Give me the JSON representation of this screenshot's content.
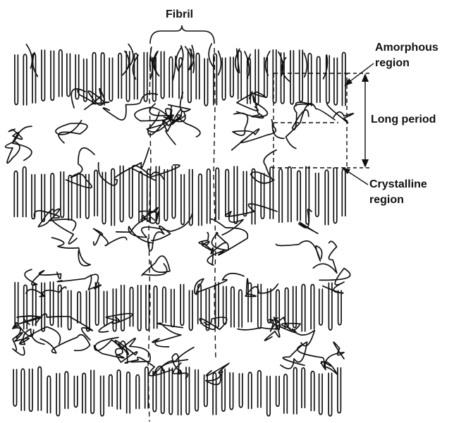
{
  "diagram": {
    "labels": {
      "fibril": "Fibril",
      "amorphous_line1": "Amorphous",
      "amorphous_line2": "region",
      "long_period": "Long period",
      "crystalline_line1": "Crystalline",
      "crystalline_line2": "region"
    },
    "colors": {
      "ink": "#111111",
      "background": "#ffffff"
    },
    "icons": [
      "curly-brace",
      "dashed-box",
      "double-headed-arrow",
      "pointer-arrow"
    ]
  }
}
